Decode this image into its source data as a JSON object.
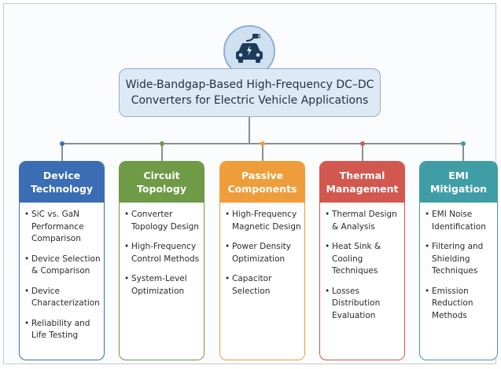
{
  "title": "Wide-Bandgap-Based High-Frequency DC–DC Converters for Electric Vehicle Applications",
  "hub_icon": "electric-car-charging-icon",
  "columns": [
    {
      "id": "device",
      "heading": "Device Technology",
      "color": "#3a6db3",
      "items": [
        "SiC vs. GaN Performance Comparison",
        "Device Selection & Comparison",
        "Device Characterization",
        "Reliability and Life Testing"
      ]
    },
    {
      "id": "circuit",
      "heading": "Circuit Topology",
      "color": "#6f9a46",
      "items": [
        "Converter Topology Design",
        "High-Frequency Control Methods",
        "System-Level Optimization"
      ]
    },
    {
      "id": "passive",
      "heading": "Passive Components",
      "color": "#ee9d3a",
      "items": [
        "High-Frequency Magnetic Design",
        "Power Density Optimization",
        "Capacitor Selection"
      ]
    },
    {
      "id": "thermal",
      "heading": "Thermal Management",
      "color": "#d2584f",
      "items": [
        "Thermal Design & Analysis",
        "Heat Sink & Cooling Techniques",
        "Losses Distribution Evaluation"
      ]
    },
    {
      "id": "emi",
      "heading": "EMI Mitigation",
      "color": "#3f9da6",
      "items": [
        "EMI Noise Identification",
        "Filtering and Shielding Techniques",
        "Emission Reduction Methods"
      ]
    }
  ]
}
